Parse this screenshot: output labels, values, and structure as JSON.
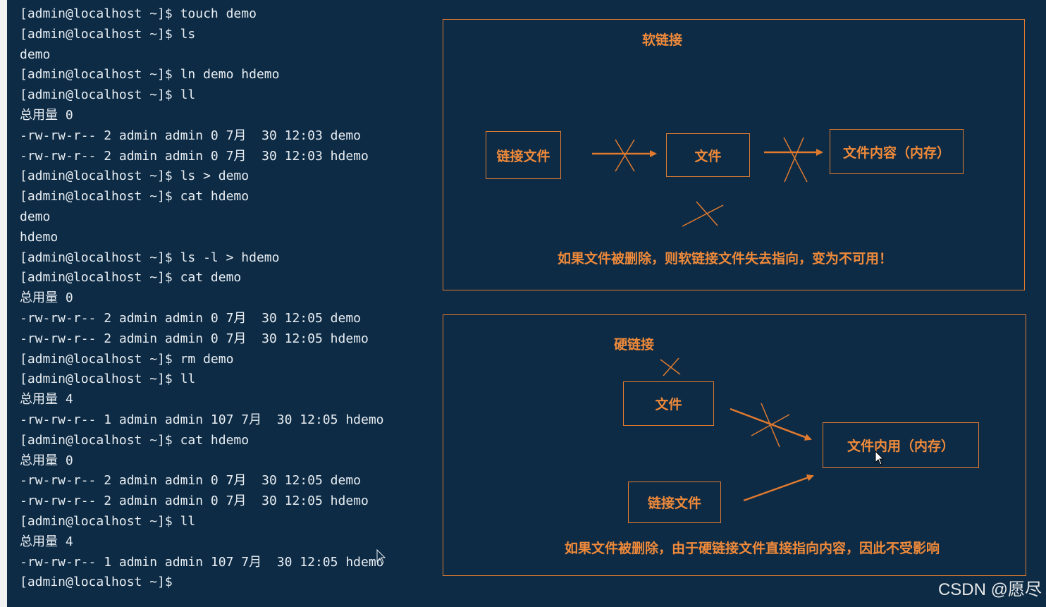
{
  "terminal": {
    "lines": [
      "[admin@localhost ~]$ touch demo",
      "[admin@localhost ~]$ ls",
      "demo",
      "[admin@localhost ~]$ ln demo hdemo",
      "[admin@localhost ~]$ ll",
      "总用量 0",
      "-rw-rw-r-- 2 admin admin 0 7月  30 12:03 demo",
      "-rw-rw-r-- 2 admin admin 0 7月  30 12:03 hdemo",
      "[admin@localhost ~]$ ls > demo",
      "[admin@localhost ~]$ cat hdemo",
      "demo",
      "hdemo",
      "[admin@localhost ~]$ ls -l > hdemo",
      "[admin@localhost ~]$ cat demo",
      "总用量 0",
      "-rw-rw-r-- 2 admin admin 0 7月  30 12:05 demo",
      "-rw-rw-r-- 2 admin admin 0 7月  30 12:05 hdemo",
      "[admin@localhost ~]$ rm demo",
      "[admin@localhost ~]$ ll",
      "总用量 4",
      "-rw-rw-r-- 1 admin admin 107 7月  30 12:05 hdemo",
      "[admin@localhost ~]$ cat hdemo",
      "总用量 0",
      "-rw-rw-r-- 2 admin admin 0 7月  30 12:05 demo",
      "-rw-rw-r-- 2 admin admin 0 7月  30 12:05 hdemo",
      "[admin@localhost ~]$ ll",
      "总用量 4",
      "-rw-rw-r-- 1 admin admin 107 7月  30 12:05 hdemo",
      "[admin@localhost ~]$"
    ]
  },
  "soft_link": {
    "title": "软链接",
    "link_file": "链接文件",
    "file": "文件",
    "content": "文件内容（内存）",
    "note": "如果文件被删除，则软链接文件失去指向，变为不可用！"
  },
  "hard_link": {
    "title": "硬链接",
    "file": "文件",
    "content": "文件内用（内存）",
    "link_file": "链接文件",
    "note": "如果文件被删除，由于硬链接文件直接指向内容，因此不受影响"
  },
  "watermark": "CSDN @愿尽",
  "colors": {
    "background": "#0d2b45",
    "accent": "#e07a2f",
    "text": "#e9eef2"
  }
}
